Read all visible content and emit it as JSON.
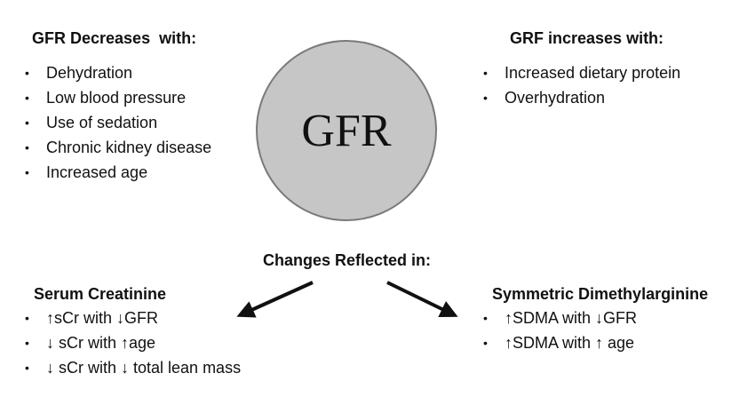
{
  "center_label": "GFR",
  "decrease": {
    "heading": "GFR Decreases  with:",
    "items": [
      "Dehydration",
      "Low blood pressure",
      "Use of sedation",
      "Chronic kidney disease",
      "Increased age"
    ]
  },
  "increase": {
    "heading": "GRF increases with:",
    "items": [
      "Increased dietary protein",
      "Overhydration"
    ]
  },
  "changes_heading": "Changes Reflected in:",
  "serum": {
    "heading": "Serum Creatinine",
    "items": [
      "↑sCr with ↓GFR",
      "↓ sCr with ↑age",
      "↓ sCr with ↓ total lean mass"
    ]
  },
  "sdma": {
    "heading": "Symmetric Dimethylarginine",
    "items": [
      "↑SDMA with ↓GFR",
      "↑SDMA with ↑ age"
    ]
  },
  "bullet_char": "•"
}
